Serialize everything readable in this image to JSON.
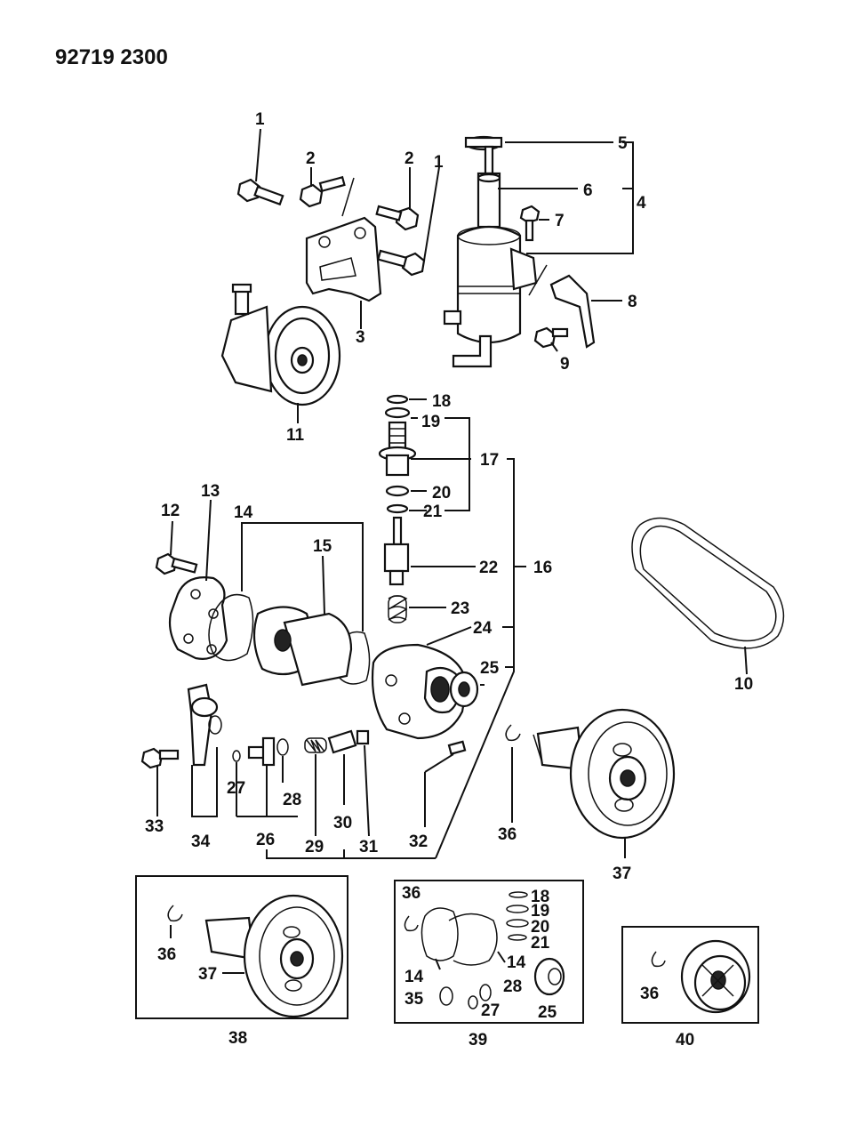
{
  "header": {
    "code": "92719 2300"
  },
  "callouts": {
    "c1": "1",
    "c2": "2",
    "c3": "3",
    "c4": "4",
    "c5": "5",
    "c6": "6",
    "c7": "7",
    "c8": "8",
    "c9": "9",
    "c10": "10",
    "c11": "11",
    "c12": "12",
    "c13": "13",
    "c14": "14",
    "c15": "15",
    "c16": "16",
    "c17": "17",
    "c18": "18",
    "c19": "19",
    "c20": "20",
    "c21": "21",
    "c22": "22",
    "c23": "23",
    "c24": "24",
    "c25": "25",
    "c26": "26",
    "c27": "27",
    "c28": "28",
    "c29": "29",
    "c30": "30",
    "c31": "31",
    "c32": "32",
    "c33": "33",
    "c34": "34",
    "c35": "35",
    "c36": "36",
    "c37": "37",
    "c38": "38",
    "c39": "39",
    "c40": "40"
  }
}
